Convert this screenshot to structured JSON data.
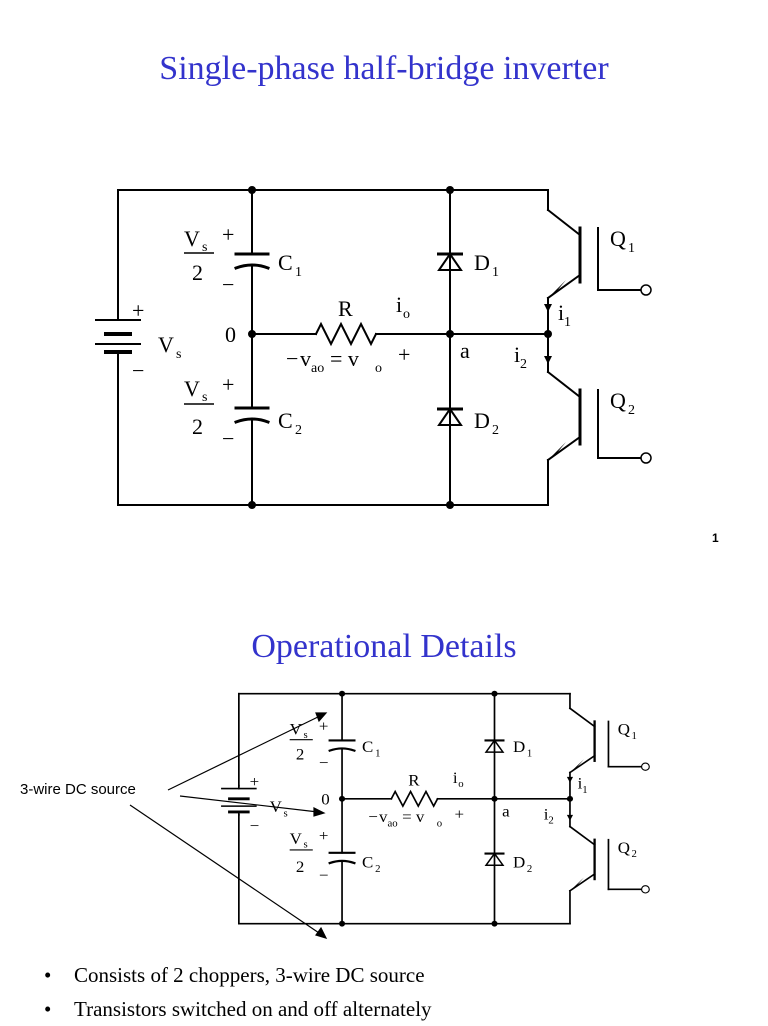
{
  "slide1": {
    "title": "Single-phase half-bridge inverter",
    "page_number": "1"
  },
  "slide2": {
    "title": "Operational Details",
    "callout": "3-wire DC source",
    "bullets": [
      "Consists of 2 choppers, 3-wire DC source",
      "Transistors switched on and off alternately"
    ]
  },
  "circuit_labels": {
    "vs": "V",
    "vs_sub": "s",
    "half": "2",
    "plus": "+",
    "minus": "−",
    "c1": "C",
    "c1_sub": "1",
    "c2": "C",
    "c2_sub": "2",
    "d1": "D",
    "d1_sub": "1",
    "d2": "D",
    "d2_sub": "2",
    "q1": "Q",
    "q1_sub": "1",
    "q2": "Q",
    "q2_sub": "2",
    "r": "R",
    "io": "i",
    "io_sub": "o",
    "i1": "i",
    "i1_sub": "1",
    "i2": "i",
    "i2_sub": "2",
    "node_0": "0",
    "node_a": "a",
    "vao": "v",
    "vao_sub": "ao",
    "equals": "= v",
    "vo_sub": "o"
  }
}
